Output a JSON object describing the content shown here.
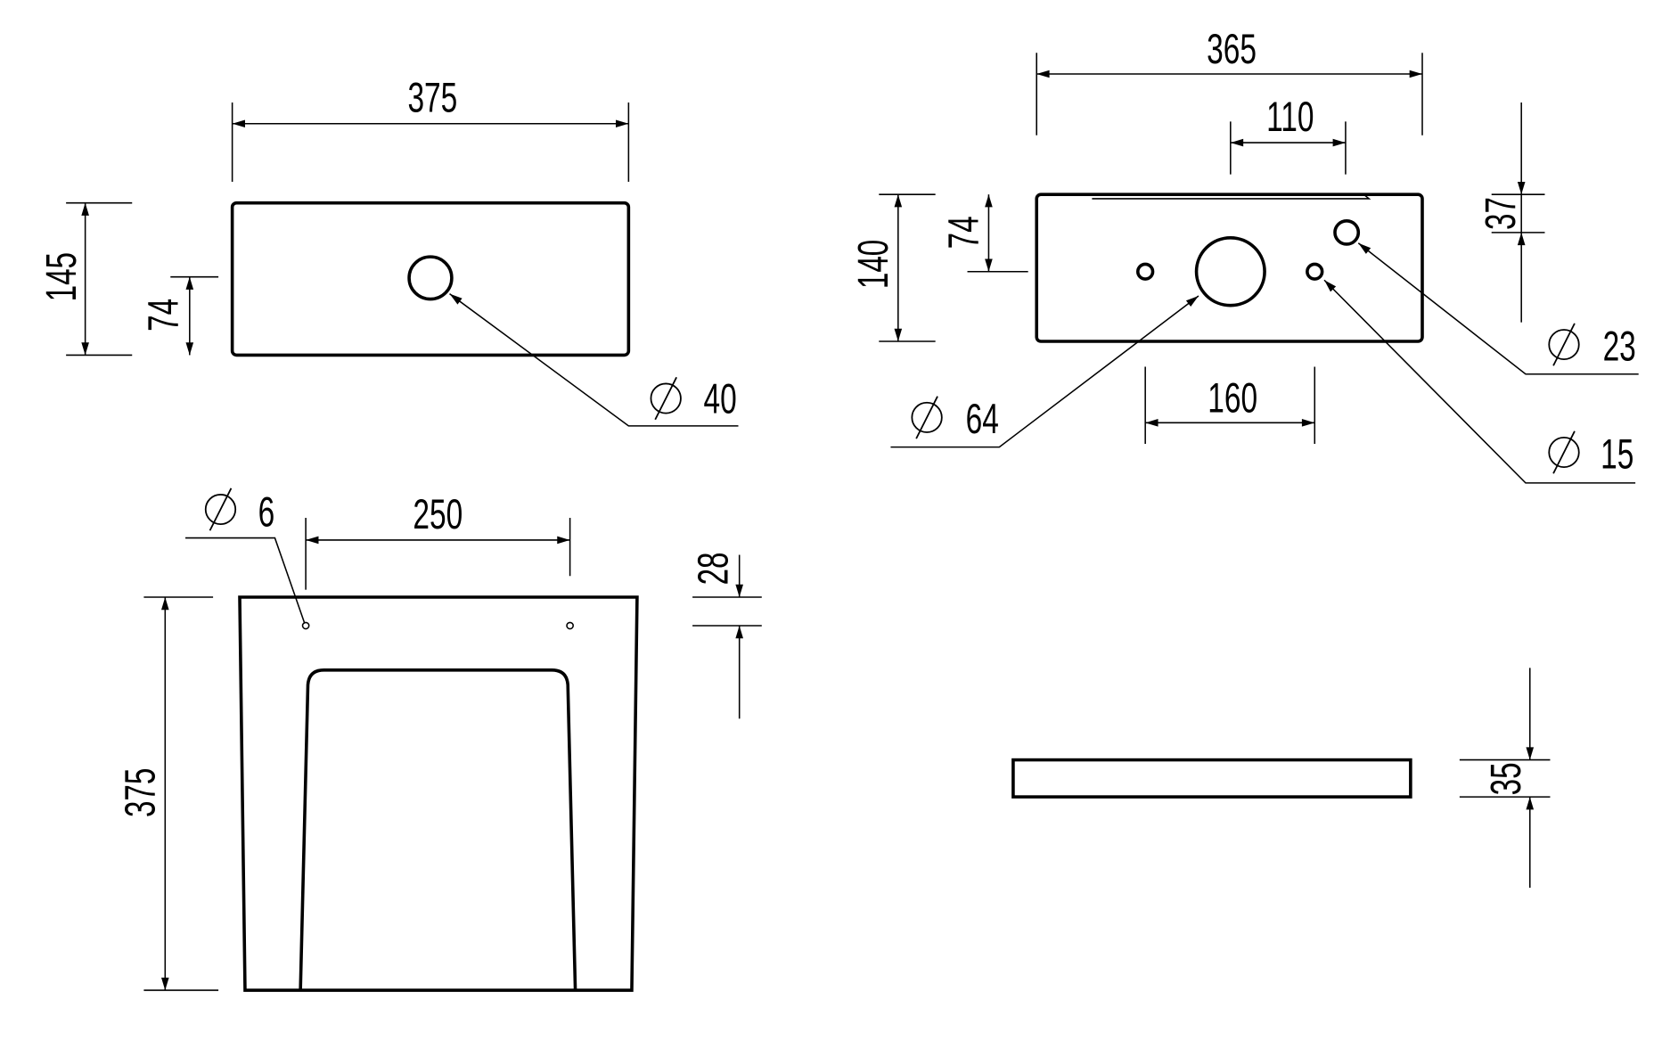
{
  "title": "Technical drawing with dimensions",
  "line_color": "#000000",
  "background": "#ffffff",
  "front_view": {
    "width_label": "375",
    "height_label": "145",
    "hole_height_label": "74",
    "hole_diameter_label": "40"
  },
  "back_view": {
    "width_label": "365",
    "hole_spacing_top_label": "110",
    "height_label": "140",
    "center_height_label": "74",
    "small_hole_offset_label": "37",
    "large_hole_diameter_label": "64",
    "small_hole_spacing_label": "160",
    "upper_hole_diameter_label": "23",
    "side_hole_diameter_label": "15"
  },
  "top_view": {
    "mount_hole_diameter_label": "6",
    "mount_hole_spacing_label": "250",
    "depth_label": "375",
    "mount_hole_offset_label": "28"
  },
  "side_view": {
    "thickness_label": "35"
  }
}
